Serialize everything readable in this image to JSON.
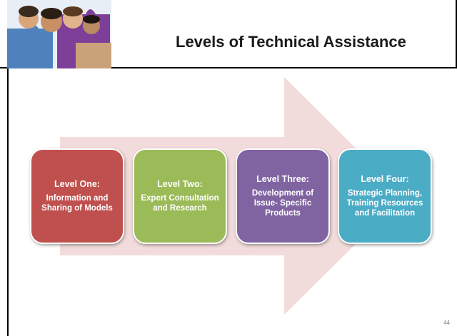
{
  "slide": {
    "title": "Levels of Technical Assistance",
    "page_number": "44"
  },
  "levels": [
    {
      "heading": "Level One:",
      "body": "Information and Sharing of Models",
      "color": "#c0504d"
    },
    {
      "heading": "Level Two:",
      "body": "Expert Consultation and Research",
      "color": "#9bbb59"
    },
    {
      "heading": "Level Three:",
      "body": "Development of Issue- Specific Products",
      "color": "#8064a2"
    },
    {
      "heading": "Level Four:",
      "body": "Strategic Planning, Training Resources and Facilitation",
      "color": "#4bacc6"
    }
  ],
  "colors": {
    "arrow": "#f2dcdb",
    "puzzle_purple": "#7d3f98",
    "puzzle_blue": "#4f81bd"
  }
}
